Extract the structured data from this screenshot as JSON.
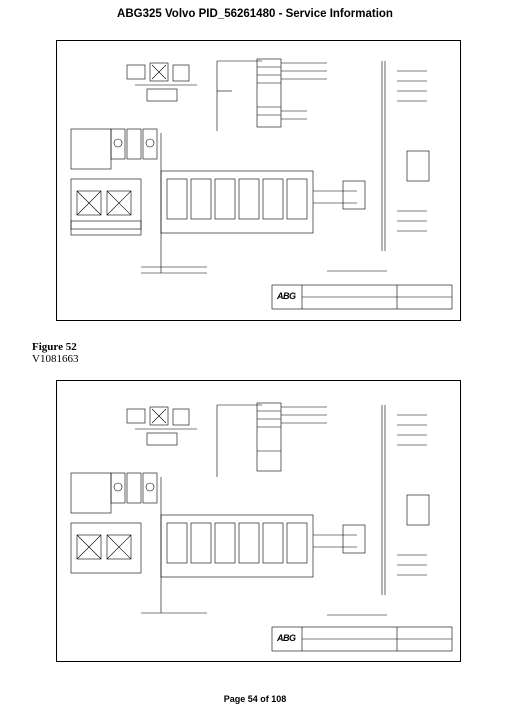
{
  "header": {
    "title": "ABG325 Volvo PID_56261480 - Service Information"
  },
  "figures": [
    {
      "brand": "ABG"
    },
    {
      "brand": "ABG"
    }
  ],
  "caption": {
    "figure_label": "Figure 52",
    "figure_code": "V1081663"
  },
  "footer": {
    "page_label": "Page 54 of 108"
  }
}
